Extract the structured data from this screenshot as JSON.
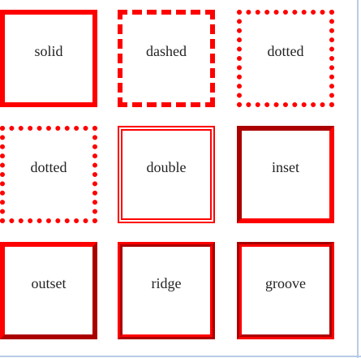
{
  "colors": {
    "border": "#ff0000",
    "text": "#222222",
    "frame": "#b7cbe6"
  },
  "boxes": [
    {
      "label": "solid"
    },
    {
      "label": "dashed"
    },
    {
      "label": "dotted"
    },
    {
      "label": "dotted"
    },
    {
      "label": "double"
    },
    {
      "label": "inset"
    },
    {
      "label": "outset"
    },
    {
      "label": "ridge"
    },
    {
      "label": "groove"
    }
  ]
}
